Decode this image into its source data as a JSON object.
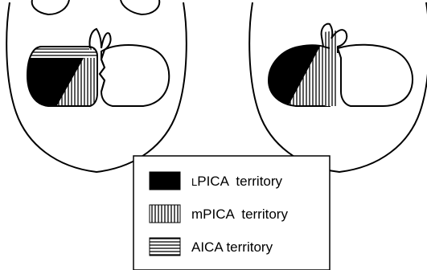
{
  "legend": {
    "items": [
      {
        "prefix": "L",
        "label": "PICA  territory",
        "pattern": "solid-black"
      },
      {
        "prefix": "",
        "label": "mPICA  territory",
        "pattern": "vertical-hatch"
      },
      {
        "prefix": "",
        "label": "AICA territory",
        "pattern": "horizontal-hatch"
      }
    ]
  },
  "colors": {
    "ink": "#000000",
    "paper": "#ffffff"
  }
}
